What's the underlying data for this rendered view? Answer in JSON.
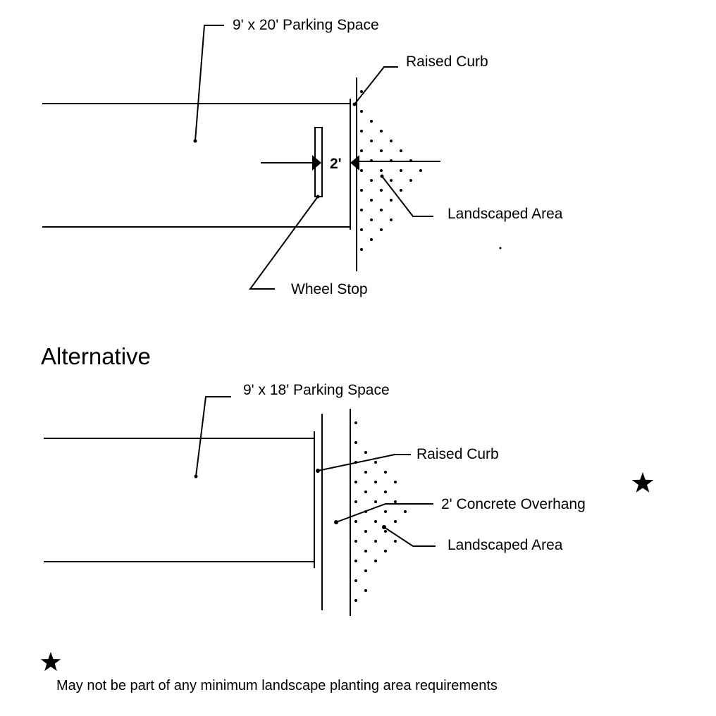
{
  "top_diagram": {
    "parking_space_label": "9' x 20'  Parking Space",
    "raised_curb_label": "Raised Curb",
    "dimension_label": "2'",
    "landscaped_area_label": "Landscaped Area",
    "wheel_stop_label": "Wheel Stop"
  },
  "alternative": {
    "heading": "Alternative",
    "parking_space_label": "9' x 18'  Parking Space",
    "raised_curb_label": "Raised Curb",
    "overhang_label": "2' Concrete Overhang",
    "landscaped_area_label": "Landscaped Area",
    "star_icon": "star-icon"
  },
  "footnote": {
    "text": "May not be part of any minimum landscape planting area requirements",
    "star_icon": "star-icon"
  }
}
